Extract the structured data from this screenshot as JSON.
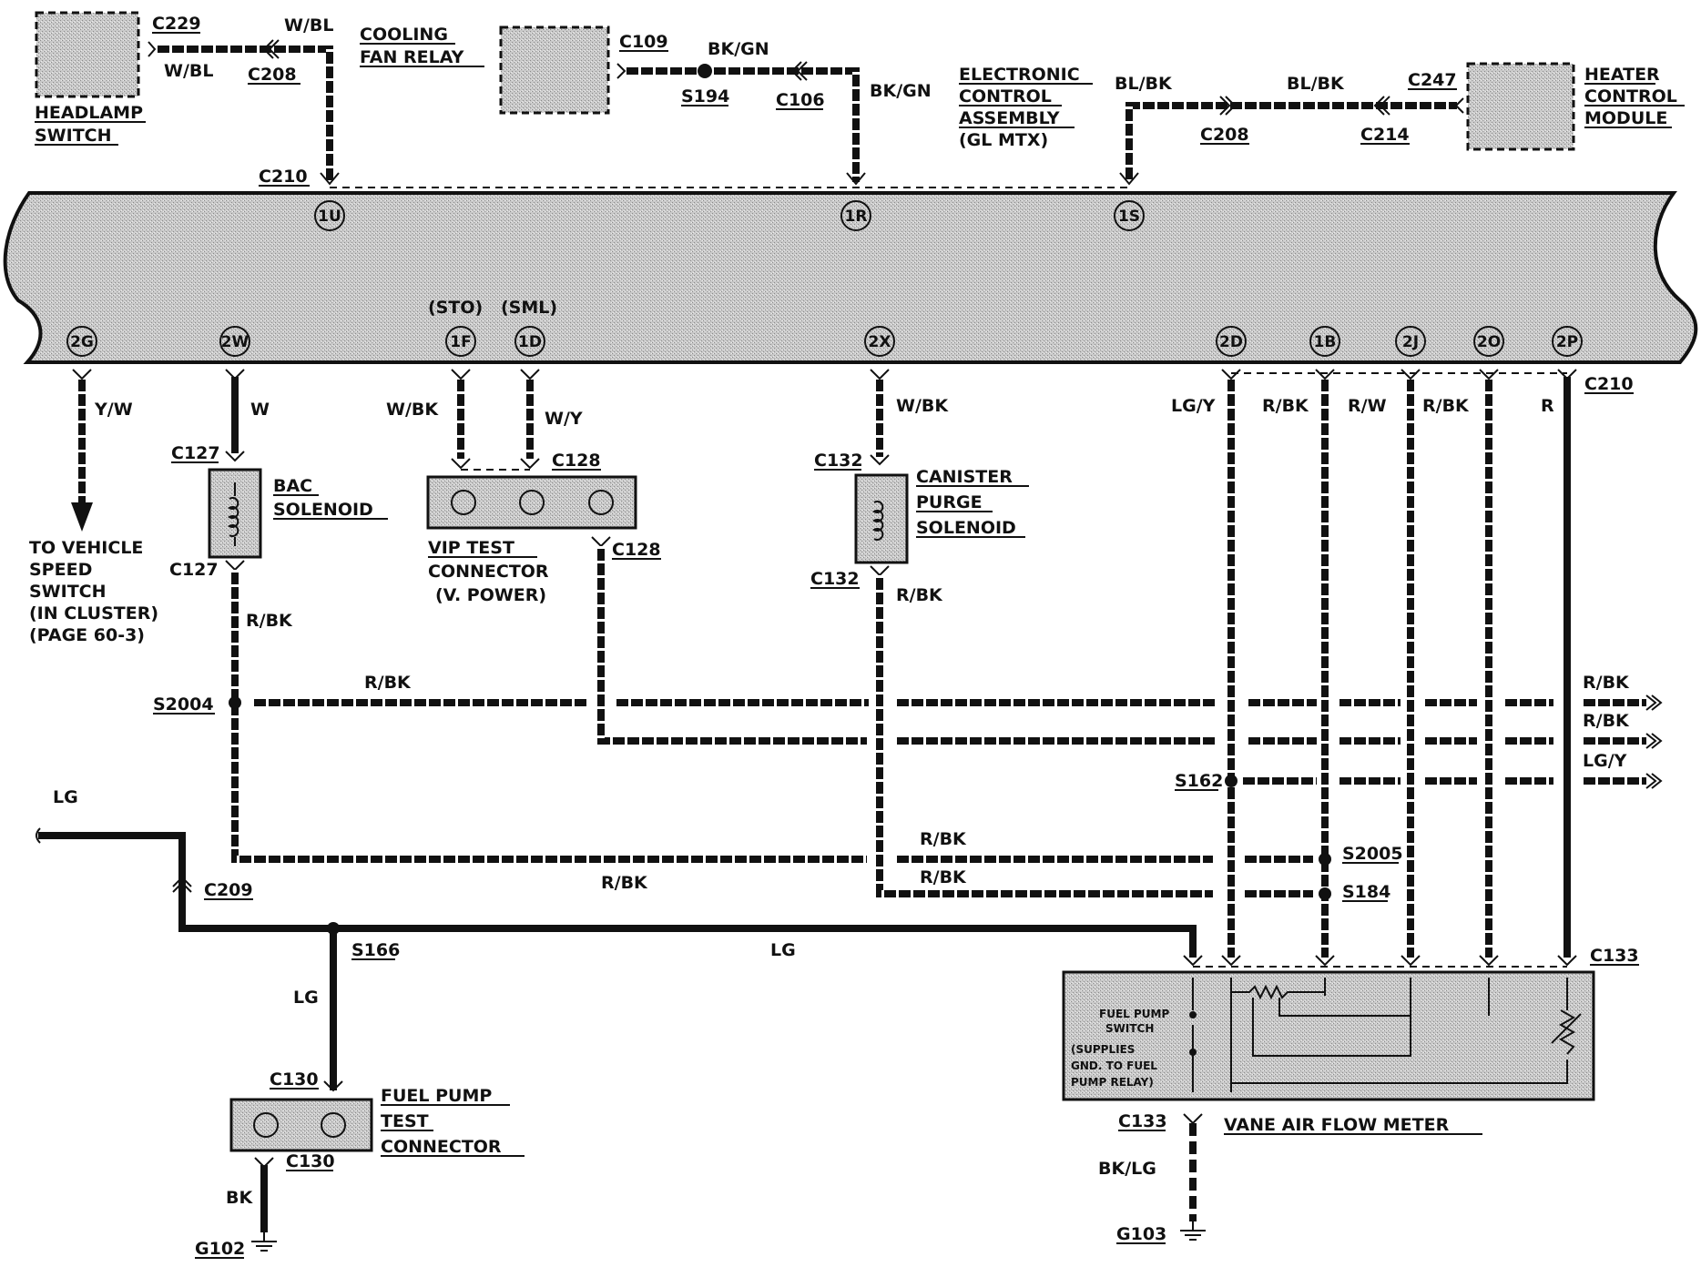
{
  "components": {
    "headlamp_switch": [
      "HEADLAMP",
      "SWITCH"
    ],
    "cooling_fan_relay": [
      "COOLING",
      "FAN RELAY"
    ],
    "eca": [
      "ELECTRONIC",
      "CONTROL",
      "ASSEMBLY",
      "(GL MTX)"
    ],
    "heater_control_module": [
      "HEATER",
      "CONTROL",
      "MODULE"
    ],
    "bac_solenoid": [
      "BAC",
      "SOLENOID"
    ],
    "vip_test_connector": [
      "VIP TEST",
      "CONNECTOR",
      "(V. POWER)"
    ],
    "canister_purge_solenoid": [
      "CANISTER",
      "PURGE",
      "SOLENOID"
    ],
    "vehicle_speed_switch": [
      "TO VEHICLE",
      "SPEED",
      "SWITCH",
      "(IN CLUSTER)",
      "(PAGE 60-3)"
    ],
    "fuel_pump_test_connector": [
      "FUEL PUMP",
      "TEST",
      "CONNECTOR"
    ],
    "vane_air_flow_meter": "VANE AIR FLOW METER",
    "fuel_pump_switch": [
      "FUEL PUMP",
      "SWITCH",
      "(SUPPLIES",
      "GND. TO FUEL",
      "PUMP RELAY)"
    ]
  },
  "connectors": {
    "c229": "C229",
    "c208_a": "C208",
    "c210_top": "C210",
    "c109": "C109",
    "c106": "C106",
    "c208_b": "C208",
    "c214": "C214",
    "c247": "C247",
    "c210_right": "C210",
    "c127_top": "C127",
    "c127_bot": "C127",
    "c128_top": "C128",
    "c128_bot": "C128",
    "c132_top": "C132",
    "c132_bot": "C132",
    "c209": "C209",
    "c130_top": "C130",
    "c130_bot": "C130",
    "c133_top": "C133",
    "c133_bot": "C133"
  },
  "splices": {
    "s194": "S194",
    "s2004": "S2004",
    "s162": "S162",
    "s2005": "S2005",
    "s184": "S184",
    "s166": "S166"
  },
  "grounds": {
    "g102": "G102",
    "g103": "G103"
  },
  "pins": {
    "p1u": "1U",
    "p1r": "1R",
    "p1s": "1S",
    "p2g": "2G",
    "p2w": "2W",
    "p1f": "1F",
    "p1d": "1D",
    "p2x": "2X",
    "p2d": "2D",
    "p1b": "1B",
    "p2j": "2J",
    "p2o": "2O",
    "p2p": "2P",
    "sto": "(STO)",
    "sml": "(SML)"
  },
  "wire_colors": {
    "w_bl_a": "W/BL",
    "w_bl_b": "W/BL",
    "bk_gn_a": "BK/GN",
    "bk_gn_b": "BK/GN",
    "bl_bk_a": "BL/BK",
    "bl_bk_b": "BL/BK",
    "y_w": "Y/W",
    "w": "W",
    "w_bk_a": "W/BK",
    "w_y": "W/Y",
    "w_bk_b": "W/BK",
    "lg_y_a": "LG/Y",
    "r_bk_1": "R/BK",
    "r_w": "R/W",
    "r_bk_2": "R/BK",
    "r": "R",
    "r_bk_bac": "R/BK",
    "r_bk_cps": "R/BK",
    "r_bk_s2004": "R/BK",
    "r_bk_out1": "R/BK",
    "r_bk_out2": "R/BK",
    "lg_y_out": "LG/Y",
    "lg_left": "LG",
    "r_bk_s2005": "R/BK",
    "r_bk_s184": "R/BK",
    "r_bk_bottom": "R/BK",
    "lg_s166": "LG",
    "lg_mid": "LG",
    "bk": "BK",
    "bk_lg": "BK/LG"
  }
}
